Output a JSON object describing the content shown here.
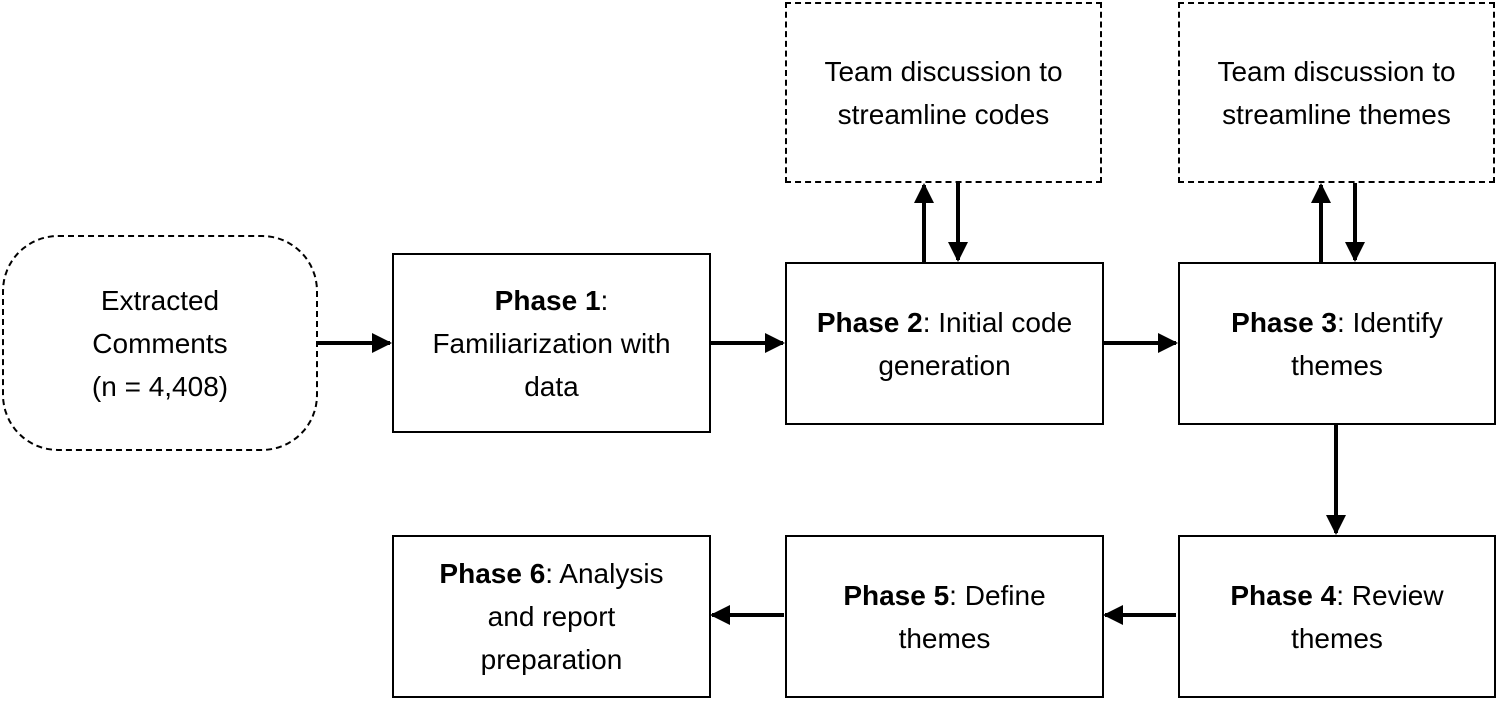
{
  "nodes": {
    "source": {
      "lines": [
        "Extracted",
        "Comments",
        "(n = 4,408)"
      ]
    },
    "phase1": {
      "bold": "Phase 1",
      "rest": ":",
      "lines": [
        "Familiarization with",
        "data"
      ]
    },
    "phase2": {
      "bold": "Phase 2",
      "rest": ": Initial code",
      "lines": [
        "generation"
      ]
    },
    "phase3": {
      "bold": "Phase 3",
      "rest": ": Identify",
      "lines": [
        "themes"
      ]
    },
    "phase4": {
      "bold": "Phase 4",
      "rest": ": Review",
      "lines": [
        "themes"
      ]
    },
    "phase5": {
      "bold": "Phase 5",
      "rest": ": Define",
      "lines": [
        "themes"
      ]
    },
    "phase6": {
      "bold": "Phase 6",
      "rest": ": Analysis",
      "lines": [
        "and report",
        "preparation"
      ]
    },
    "team_codes": {
      "lines": [
        "Team discussion to",
        "streamline codes"
      ]
    },
    "team_themes": {
      "lines": [
        "Team discussion to",
        "streamline themes"
      ]
    }
  },
  "colors": {
    "stroke": "#000000",
    "background": "#ffffff"
  }
}
